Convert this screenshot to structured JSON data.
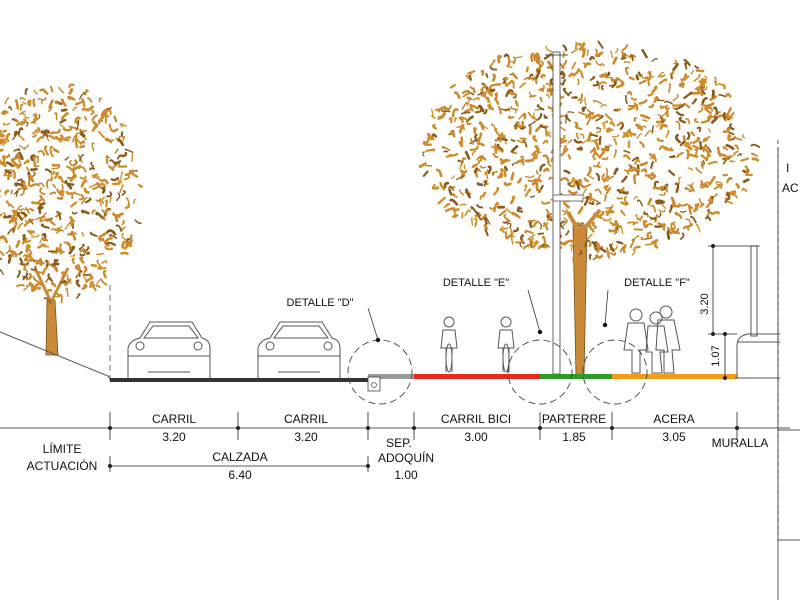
{
  "dimensions": [
    {
      "label": "CARRIL",
      "value": "3.20"
    },
    {
      "label": "CARRIL",
      "value": "3.20"
    },
    {
      "label": "SEP.",
      "label2": "ADOQUÍN",
      "value": "1.00"
    },
    {
      "label": "CARRIL BICI",
      "value": "3.00"
    },
    {
      "label": "PARTERRE",
      "value": "1.85"
    },
    {
      "label": "ACERA",
      "value": "3.05"
    }
  ],
  "total": {
    "label": "CALZADA",
    "value": "6.40"
  },
  "limite": {
    "line1": "LÍMITE",
    "line2": "ACTUACIÓN"
  },
  "muralla": "MURALLA",
  "details": [
    {
      "label": "DETALLE \"D\""
    },
    {
      "label": "DETALLE \"E\""
    },
    {
      "label": "DETALLE \"F\""
    }
  ],
  "heights": {
    "wall": "3.20",
    "step": "1.07"
  },
  "edge_text": {
    "line1": "I",
    "line2": "AC"
  },
  "colors": {
    "tree_foliage": "#d08a2a",
    "tree_trunk": "#c98a3a",
    "bike_lane": "#e8291e",
    "planter": "#2f9a2c",
    "sidewalk": "#f29a1a",
    "road": "#333333",
    "paver": "#9a9a9a"
  }
}
